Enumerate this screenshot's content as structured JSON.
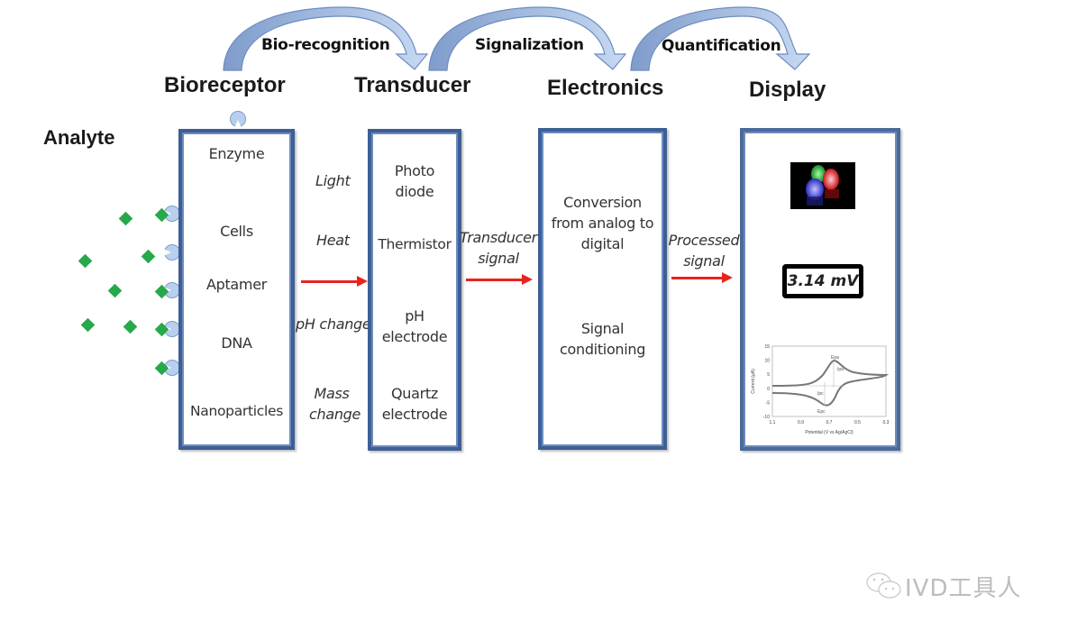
{
  "stages": {
    "bioreceptor": "Bioreceptor",
    "transducer": "Transducer",
    "electronics": "Electronics",
    "display": "Display",
    "analyte": "Analyte"
  },
  "arcs": [
    {
      "label": "Bio-recognition"
    },
    {
      "label": "Signalization"
    },
    {
      "label": "Quantification"
    }
  ],
  "bioreceptor_items": [
    "Enzyme",
    "Cells",
    "Aptamer",
    "DNA",
    "Nanoparticles"
  ],
  "stimuli": [
    "Light",
    "Heat",
    "pH change",
    "Mass change"
  ],
  "transducer_items": [
    "Photo diode",
    "Thermistor",
    "pH electrode",
    "Quartz electrode"
  ],
  "transducer_signal": "Transducer signal",
  "electronics_items": [
    "Conversion from analog to digital",
    "Signal conditioning"
  ],
  "processed_signal": "Processed signal",
  "display": {
    "readout": "3.14 mV",
    "cv_plot": {
      "ylabel": "Current (µA)",
      "xlabel": "Potential (V vs Ag/AgCl)",
      "yticks": [
        "15",
        "10",
        "5",
        "0",
        "-5",
        "-10"
      ],
      "xticks": [
        "1.1",
        "0.9",
        "0.7",
        "0.5",
        "0.3"
      ],
      "annotations": [
        "Epa",
        "Ipa",
        "Ipc",
        "Epc"
      ]
    }
  },
  "colors": {
    "box_border": "#3e5f95",
    "arc_fill": "#a9c2e6",
    "arrow_red": "#e8231e",
    "analyte_green": "#27a84a"
  },
  "watermark": "IVD工具人"
}
